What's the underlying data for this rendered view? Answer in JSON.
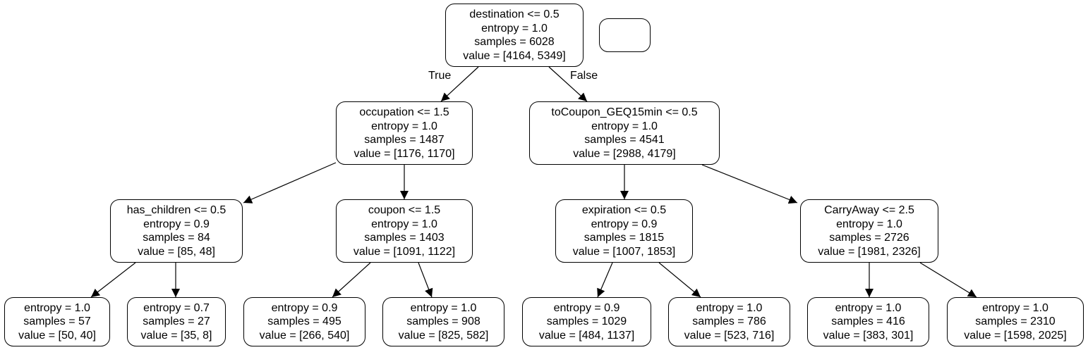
{
  "tree": {
    "nodes": [
      {
        "id": "root",
        "lines": [
          "destination <= 0.5",
          "entropy = 1.0",
          "samples = 6028",
          "value = [4164, 5349]"
        ]
      },
      {
        "id": "legend",
        "lines": []
      },
      {
        "id": "occupation",
        "lines": [
          "occupation <= 1.5",
          "entropy = 1.0",
          "samples = 1487",
          "value = [1176, 1170]"
        ]
      },
      {
        "id": "toCoupon",
        "lines": [
          "toCoupon_GEQ15min <= 0.5",
          "entropy = 1.0",
          "samples = 4541",
          "value = [2988, 4179]"
        ]
      },
      {
        "id": "has_children",
        "lines": [
          "has_children <= 0.5",
          "entropy = 0.9",
          "samples = 84",
          "value = [85, 48]"
        ]
      },
      {
        "id": "coupon",
        "lines": [
          "coupon <= 1.5",
          "entropy = 1.0",
          "samples = 1403",
          "value = [1091, 1122]"
        ]
      },
      {
        "id": "expiration",
        "lines": [
          "expiration <= 0.5",
          "entropy = 0.9",
          "samples = 1815",
          "value = [1007, 1853]"
        ]
      },
      {
        "id": "CarryAway",
        "lines": [
          "CarryAway <= 2.5",
          "entropy = 1.0",
          "samples = 2726",
          "value = [1981, 2326]"
        ]
      },
      {
        "id": "leaf1",
        "lines": [
          "entropy = 1.0",
          "samples = 57",
          "value = [50, 40]"
        ]
      },
      {
        "id": "leaf2",
        "lines": [
          "entropy = 0.7",
          "samples = 27",
          "value = [35, 8]"
        ]
      },
      {
        "id": "leaf3",
        "lines": [
          "entropy = 0.9",
          "samples = 495",
          "value = [266, 540]"
        ]
      },
      {
        "id": "leaf4",
        "lines": [
          "entropy = 1.0",
          "samples = 908",
          "value = [825, 582]"
        ]
      },
      {
        "id": "leaf5",
        "lines": [
          "entropy = 0.9",
          "samples = 1029",
          "value = [484, 1137]"
        ]
      },
      {
        "id": "leaf6",
        "lines": [
          "entropy = 1.0",
          "samples = 786",
          "value = [523, 716]"
        ]
      },
      {
        "id": "leaf7",
        "lines": [
          "entropy = 1.0",
          "samples = 416",
          "value = [383, 301]"
        ]
      },
      {
        "id": "leaf8",
        "lines": [
          "entropy = 1.0",
          "samples = 2310",
          "value = [1598, 2025]"
        ]
      }
    ],
    "edges": [
      {
        "from": "root",
        "to": "occupation",
        "label": "True"
      },
      {
        "from": "root",
        "to": "toCoupon",
        "label": "False"
      },
      {
        "from": "occupation",
        "to": "has_children",
        "label": ""
      },
      {
        "from": "occupation",
        "to": "coupon",
        "label": ""
      },
      {
        "from": "toCoupon",
        "to": "expiration",
        "label": ""
      },
      {
        "from": "toCoupon",
        "to": "CarryAway",
        "label": ""
      },
      {
        "from": "has_children",
        "to": "leaf1",
        "label": ""
      },
      {
        "from": "has_children",
        "to": "leaf2",
        "label": ""
      },
      {
        "from": "coupon",
        "to": "leaf3",
        "label": ""
      },
      {
        "from": "coupon",
        "to": "leaf4",
        "label": ""
      },
      {
        "from": "expiration",
        "to": "leaf5",
        "label": ""
      },
      {
        "from": "expiration",
        "to": "leaf6",
        "label": ""
      },
      {
        "from": "CarryAway",
        "to": "leaf7",
        "label": ""
      },
      {
        "from": "CarryAway",
        "to": "leaf8",
        "label": ""
      }
    ]
  }
}
